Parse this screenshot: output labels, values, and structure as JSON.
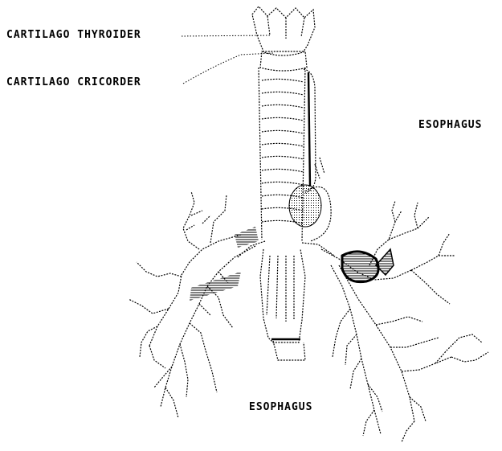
{
  "labels": {
    "thyroid": "CARTILAGO THYROIDER",
    "cricoid": "CARTILAGO CRICORDER",
    "esophagus_right": "ESOPHAGUS",
    "esophagus_bottom": "ESOPHAGUS"
  },
  "colors": {
    "ink": "#000000",
    "background": "#ffffff"
  }
}
